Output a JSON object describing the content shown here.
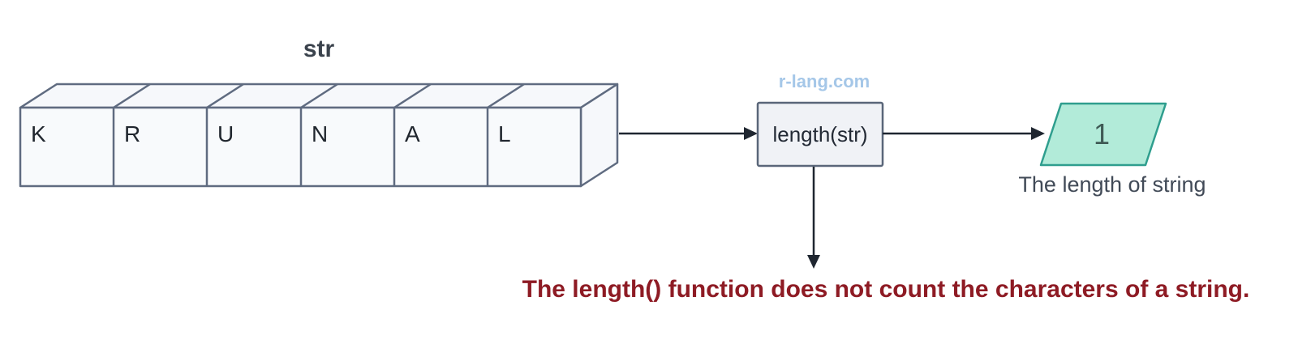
{
  "diagram": {
    "string_label": "str",
    "letters": [
      "K",
      "R",
      "U",
      "N",
      "A",
      "L"
    ],
    "watermark": "r-lang.com",
    "function_box_label": "length(str)",
    "result_value": "1",
    "result_caption": "The length of string",
    "note": "The length() function does not count the characters of a string."
  },
  "colors": {
    "box_fill": "#f8fafc",
    "box_border": "#5f6b80",
    "function_box_fill": "#f0f2f6",
    "function_box_border": "#5a6679",
    "arrow": "#1f2630",
    "result_fill": "#b2ebd9",
    "result_border": "#2f9e8e",
    "note_red": "#8e1b24",
    "watermark_blue": "#a5c7e8",
    "caption_gray": "#414a57"
  }
}
